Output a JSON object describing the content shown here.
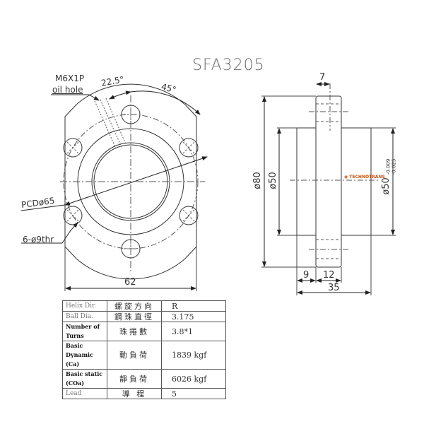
{
  "title": "SFA3205",
  "front_view": {
    "oil_hole_label_line1": "M6X1P",
    "oil_hole_label_line2": "oil hole",
    "angle_1": "22.5°",
    "angle_2": "45°",
    "pcd_label": "PCDø65",
    "bolt_holes_label": "6-ø9thr",
    "width_dim": "62"
  },
  "side_view": {
    "flange_thickness": "7",
    "outer_diameter": "ø80",
    "body_diameter": "ø50",
    "tolerance_diameter": "ø50",
    "tolerance_upper": "-0.009",
    "tolerance_lower": "-0.025",
    "flange_offset": "9",
    "flange_width": "12",
    "total_length": "35",
    "logo_text": "TECHNOTRANS"
  },
  "spec_table": {
    "rows": [
      {
        "en": "Helix Dir.",
        "zh": "螺旋方向",
        "value": "R",
        "bold": false
      },
      {
        "en": "Ball Dia.",
        "zh": "鋼珠直徑",
        "value": "3.175",
        "bold": false
      },
      {
        "en": "Number of Turns",
        "zh": "珠捲數",
        "value": "3.8*1",
        "bold": true
      },
      {
        "en": "Basic Dynamic (Ca)",
        "zh": "動負荷",
        "value": "1839 kgf",
        "bold": true
      },
      {
        "en": "Basic static (COa)",
        "zh": "靜負荷",
        "value": "6026 kgf",
        "bold": true
      },
      {
        "en": "Lead",
        "zh": "導 程",
        "value": "5",
        "bold": false
      }
    ]
  },
  "colors": {
    "line": "#333333",
    "title": "#6a6a6a",
    "logo": "#c2561a"
  }
}
